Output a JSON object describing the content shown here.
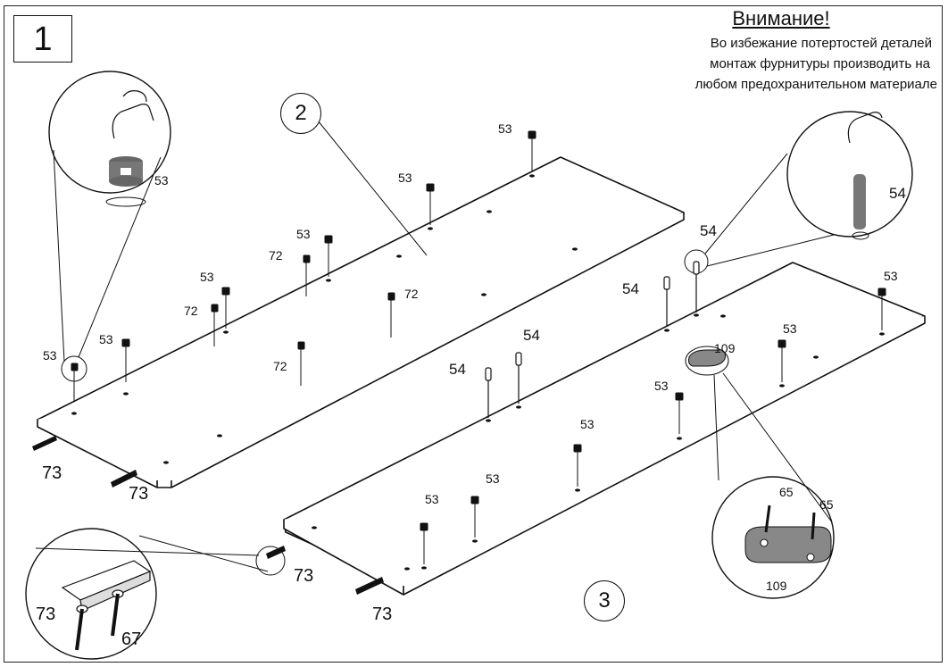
{
  "step": "1",
  "warning": {
    "title": "Внимание!",
    "line1": "Во избежание потертостей деталей",
    "line2": "монтаж фурнитуры производить на",
    "line3": "любом предохранительном материале"
  },
  "panels": {
    "p2": "2",
    "p3": "3"
  },
  "labels": {
    "c53": "53",
    "c54": "54",
    "c72": "72",
    "c73": "73",
    "c109": "109",
    "c65": "65",
    "c67": "67"
  }
}
